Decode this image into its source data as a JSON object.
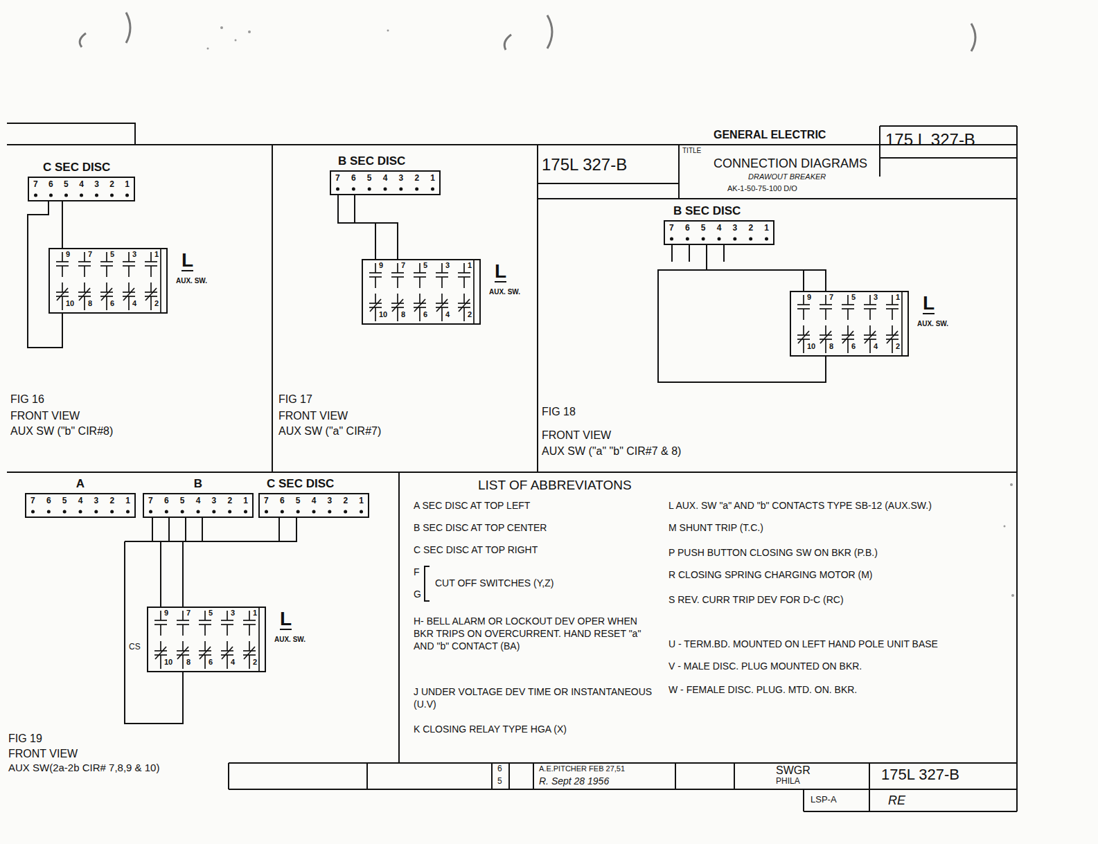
{
  "diagram": {
    "nodes": [
      {
        "text": [
          "C SEC DISC",
          "7 6 5 4 3 2 1"
        ]
      },
      {
        "text": [
          "L",
          "AUX. SW.",
          "9",
          "7",
          "5",
          "3",
          "1",
          "10",
          "8",
          "6",
          "4",
          "2"
        ]
      },
      {
        "text": [
          "B SEC DISC",
          "7 6 5 4 3 2 1"
        ]
      },
      {
        "text": [
          "L",
          "AUX. SW.",
          "9",
          "7",
          "5",
          "3",
          "1",
          "10",
          "8",
          "6",
          "4",
          "2"
        ]
      },
      {
        "text": [
          "B SEC DISC",
          "7 6 5 4 3 2 1"
        ]
      },
      {
        "text": [
          "L",
          "AUX. SW.",
          "9",
          "7",
          "5",
          "3",
          "1",
          "10",
          "8",
          "6",
          "4",
          "2"
        ]
      },
      {
        "text": [
          "A",
          "7 6 5 4 3 2 1"
        ]
      },
      {
        "text": [
          "B",
          "7 6 5 4 3 2 1"
        ]
      },
      {
        "text": [
          "C SEC DISC",
          "7 6 5 4 3 2 1"
        ]
      },
      {
        "text": [
          "L",
          "AUX. SW.",
          "9",
          "7",
          "5",
          "3",
          "1",
          "10",
          "8",
          "6",
          "4",
          "2"
        ]
      }
    ],
    "edges": [
      {
        "from": 0,
        "to": 1,
        "arrow": "none"
      },
      {
        "from": 2,
        "to": 3,
        "arrow": "none"
      },
      {
        "from": 4,
        "to": 5,
        "arrow": "none"
      },
      {
        "from": 7,
        "to": 9,
        "arrow": "none"
      },
      {
        "from": 8,
        "to": 9,
        "arrow": "none"
      }
    ],
    "labels": [
      "GENERAL ELECTRIC",
      "175 L 327-B",
      "175L 327-B",
      "TITLE",
      "CONNECTION DIAGRAMS",
      "DRAWOUT BREAKER",
      "AK-1-50-75-100 D/O",
      "FIG 16",
      "FRONT VIEW",
      "AUX SW (\"b\" CIR#8)",
      "FIG 17",
      "FRONT VIEW",
      "AUX SW (\"a\" CIR#7)",
      "FIG 18",
      "FRONT VIEW",
      "AUX SW (\"a\" \"b\" CIR#7 & 8)",
      "FIG 19",
      "FRONT VIEW",
      "AUX SW(2a-2b CIR# 7,8,9 & 10)",
      "CS",
      "LIST OF ABBREVIATONS",
      "A SEC DISC AT TOP LEFT",
      "B SEC DISC AT TOP CENTER",
      "C SEC DISC AT TOP RIGHT",
      "F",
      "G",
      "CUT OFF SWITCHES (Y,Z)",
      "H- BELL ALARM OR LOCKOUT DEV OPER WHEN BKR TRIPS ON OVERCURRENT. HAND RESET \"a\" AND \"b\" CONTACT (BA)",
      "J UNDER VOLTAGE DEV TIME OR INSTANTANEOUS (U.V)",
      "K CLOSING RELAY TYPE HGA (X)",
      "L AUX. SW \"a\" AND \"b\" CONTACTS TYPE SB-12 (AUX.SW.)",
      "M SHUNT TRIP (T.C.)",
      "P PUSH BUTTON CLOSING SW ON BKR (P.B.)",
      "R CLOSING SPRING CHARGING MOTOR (M)",
      "S REV. CURR TRIP DEV FOR D-C (RC)",
      "U - TERM.BD. MOUNTED ON LEFT HAND POLE UNIT BASE",
      "V - MALE DISC. PLUG MOUNTED ON BKR.",
      "W - FEMALE DISC. PLUG. MTD. ON. BKR.",
      "A.E.PITCHER FEB 27,51",
      "R. Sept 28 1956",
      "SWGR",
      "PHILA",
      "175L 327-B",
      "LSP-A",
      "RE",
      "6",
      "5"
    ]
  }
}
